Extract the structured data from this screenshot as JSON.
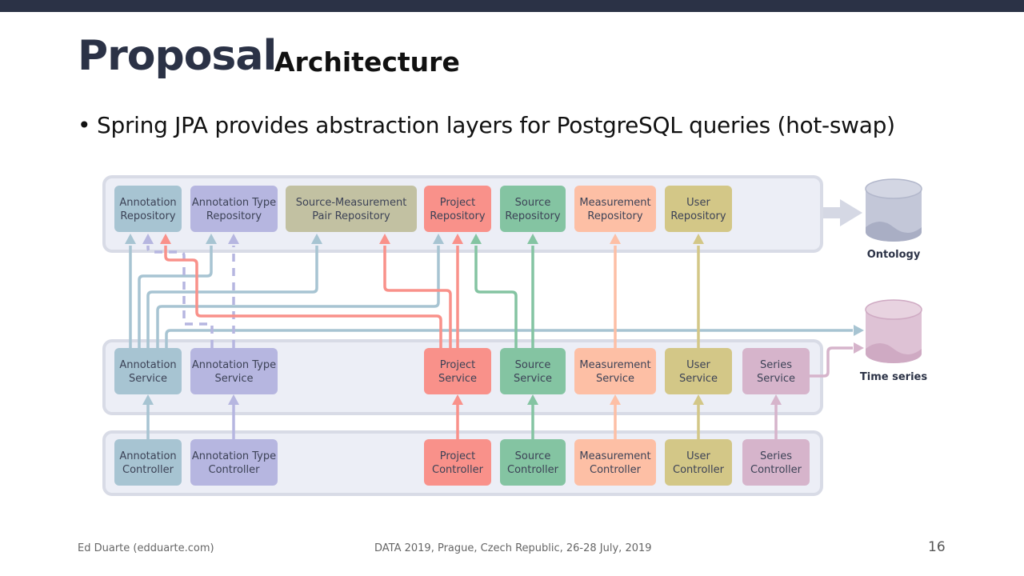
{
  "slide": {
    "title": "Proposal",
    "subtitle": "Architecture",
    "bullet": "Spring JPA provides abstraction layers for PostgreSQL queries (hot-swap)",
    "footer_left": "Ed Duarte (edduarte.com)",
    "footer_mid": "DATA 2019, Prague, Czech Republic, 26-28 July, 2019",
    "page_number": "16"
  },
  "colors": {
    "blue": "#a7c4d2",
    "lavender": "#b6b6e0",
    "olive": "#c2c1a2",
    "red": "#f9918a",
    "green": "#84c4a2",
    "peach": "#fdbfa5",
    "yellow": "#d3c787",
    "mauve": "#d6b4cb",
    "panel": "#eceef6",
    "database_gray": "#c3c7d8",
    "database_pink": "#dec2d5"
  },
  "repositories": [
    {
      "line1": "Annotation",
      "line2": "Repository",
      "color": "blue"
    },
    {
      "line1": "Annotation Type",
      "line2": "Repository",
      "color": "lavender"
    },
    {
      "line1": "Source-Measurement",
      "line2": "Pair Repository",
      "color": "olive"
    },
    {
      "line1": "Project",
      "line2": "Repository",
      "color": "red"
    },
    {
      "line1": "Source",
      "line2": "Repository",
      "color": "green"
    },
    {
      "line1": "Measurement",
      "line2": "Repository",
      "color": "peach"
    },
    {
      "line1": "User",
      "line2": "Repository",
      "color": "yellow"
    }
  ],
  "services": [
    {
      "line1": "Annotation",
      "line2": "Service",
      "color": "blue"
    },
    {
      "line1": "Annotation Type",
      "line2": "Service",
      "color": "lavender"
    },
    {
      "line1": "Project",
      "line2": "Service",
      "color": "red"
    },
    {
      "line1": "Source",
      "line2": "Service",
      "color": "green"
    },
    {
      "line1": "Measurement",
      "line2": "Service",
      "color": "peach"
    },
    {
      "line1": "User",
      "line2": "Service",
      "color": "yellow"
    },
    {
      "line1": "Series",
      "line2": "Service",
      "color": "mauve"
    }
  ],
  "controllers": [
    {
      "line1": "Annotation",
      "line2": "Controller",
      "color": "blue"
    },
    {
      "line1": "Annotation Type",
      "line2": "Controller",
      "color": "lavender"
    },
    {
      "line1": "Project",
      "line2": "Controller",
      "color": "red"
    },
    {
      "line1": "Source",
      "line2": "Controller",
      "color": "green"
    },
    {
      "line1": "Measurement",
      "line2": "Controller",
      "color": "peach"
    },
    {
      "line1": "User",
      "line2": "Controller",
      "color": "yellow"
    },
    {
      "line1": "Series",
      "line2": "Controller",
      "color": "mauve"
    }
  ],
  "databases": [
    {
      "label": "Ontology"
    },
    {
      "label": "Time series"
    }
  ]
}
